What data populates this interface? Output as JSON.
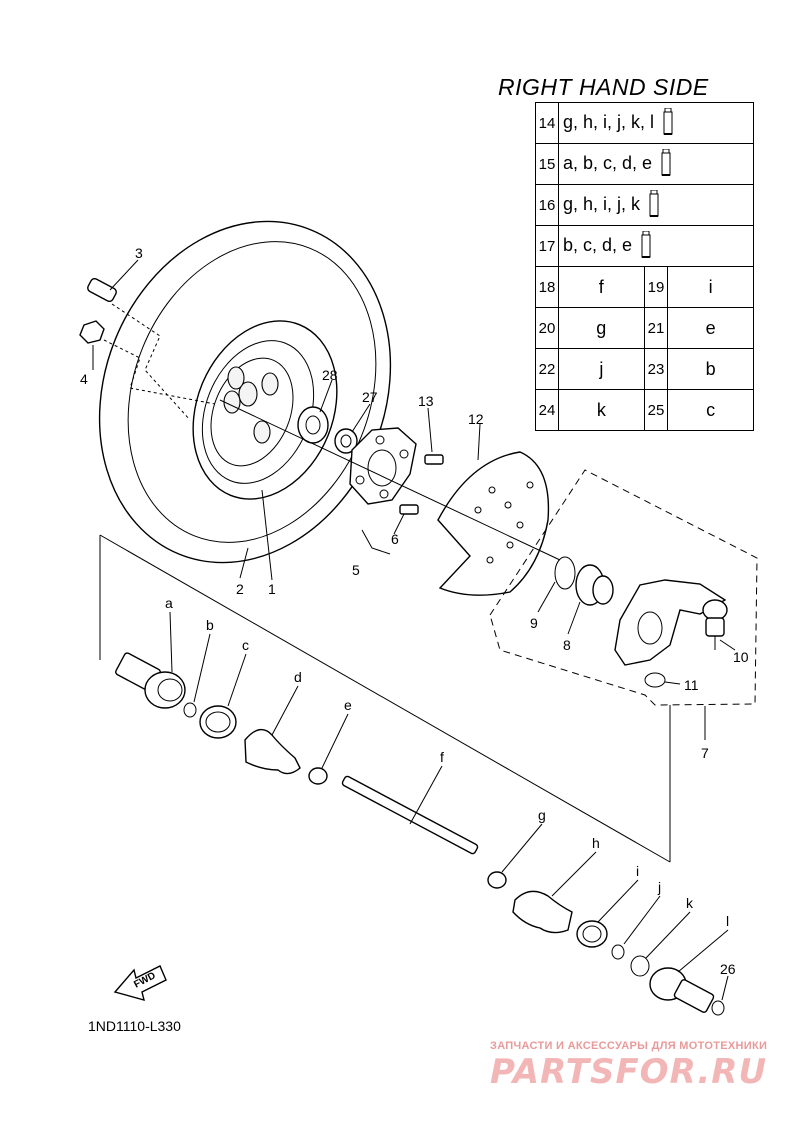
{
  "table": {
    "title": "RIGHT HAND SIDE",
    "wide_rows": [
      {
        "num": "14",
        "text": "g, h, i, j, k, l"
      },
      {
        "num": "15",
        "text": "a, b, c, d, e"
      },
      {
        "num": "16",
        "text": "g, h, i, j, k"
      },
      {
        "num": "17",
        "text": "b, c, d, e"
      }
    ],
    "pair_rows": [
      {
        "num_a": "18",
        "val_a": "f",
        "num_b": "19",
        "val_b": "i"
      },
      {
        "num_a": "20",
        "val_a": "g",
        "num_b": "21",
        "val_b": "e"
      },
      {
        "num_a": "22",
        "val_a": "j",
        "num_b": "23",
        "val_b": "b"
      },
      {
        "num_a": "24",
        "val_a": "k",
        "num_b": "25",
        "val_b": "c"
      }
    ]
  },
  "callouts": {
    "c1": "1",
    "c2": "2",
    "c3": "3",
    "c4": "4",
    "c5": "5",
    "c6": "6",
    "c7": "7",
    "c8": "8",
    "c9": "9",
    "c10": "10",
    "c11": "11",
    "c12": "12",
    "c13": "13",
    "c26": "26",
    "c27": "27",
    "c28": "28"
  },
  "letters": {
    "a": "a",
    "b": "b",
    "c": "c",
    "d": "d",
    "e": "e",
    "f": "f",
    "g": "g",
    "h": "h",
    "i": "i",
    "j": "j",
    "k": "k",
    "l": "l"
  },
  "fwd_label": "FWD",
  "diagram_code": "1ND1110-L330",
  "watermark": {
    "tagline": "ЗАПЧАСТИ И АКСЕССУАРЫ ДЛЯ МОТОТЕХНИКИ",
    "logo": "PARTSFOR.RU"
  }
}
